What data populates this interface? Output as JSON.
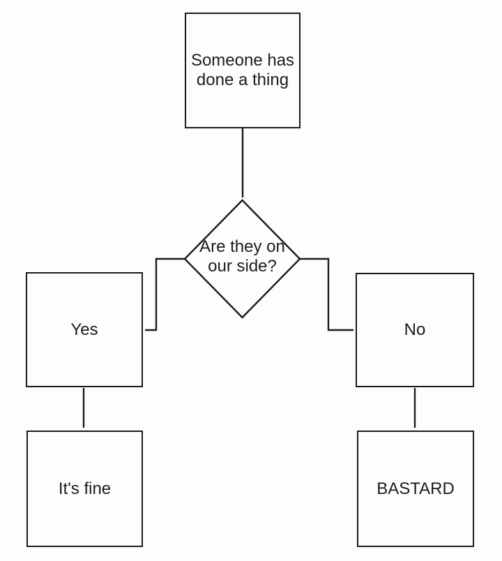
{
  "diagram": {
    "type": "flowchart",
    "background_color": "#fdfdfd",
    "stroke_color": "#1a1a1a",
    "text_color": "#1c1c1c",
    "nodes": {
      "start": {
        "shape": "rectangle",
        "label": "Someone has\ndone a thing"
      },
      "decision": {
        "shape": "diamond",
        "label": "Are they on\nour side?"
      },
      "yes": {
        "shape": "rectangle",
        "label": "Yes"
      },
      "no": {
        "shape": "rectangle",
        "label": "No"
      },
      "fine": {
        "shape": "rectangle",
        "label": "It's fine"
      },
      "bastard": {
        "shape": "rectangle",
        "label": "BASTARD"
      }
    },
    "connectors": [
      {
        "from": "start",
        "to": "decision",
        "style": "arrow-down"
      },
      {
        "from": "decision",
        "to": "yes",
        "style": "elbow-left-down-left"
      },
      {
        "from": "decision",
        "to": "no",
        "style": "elbow-right-down-right"
      },
      {
        "from": "yes",
        "to": "fine",
        "style": "arrow-down"
      },
      {
        "from": "no",
        "to": "bastard",
        "style": "arrow-down"
      }
    ]
  }
}
